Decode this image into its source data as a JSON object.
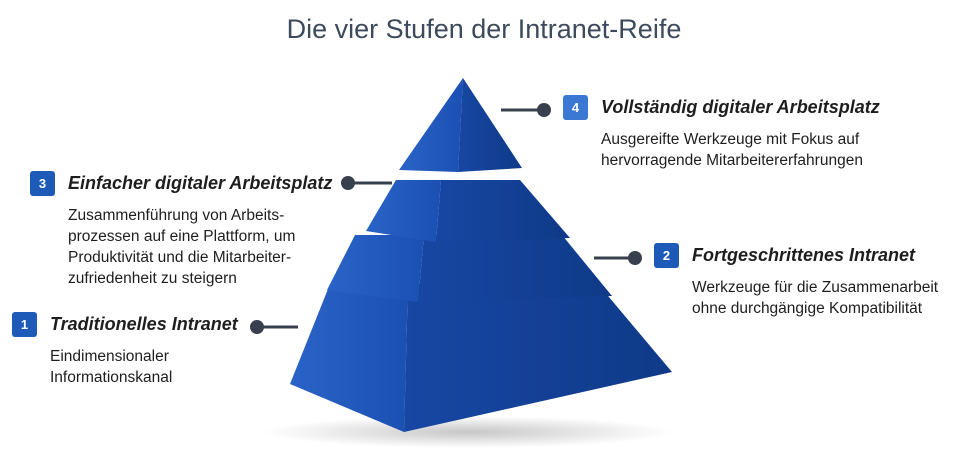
{
  "title": "Die vier Stufen der Intranet-Reife",
  "colors": {
    "badge": "#1e5bb8",
    "badge_light": "#3a78d4",
    "pyramid_left": "#1e53b6",
    "pyramid_right": "#123f94",
    "connector": "#37404c"
  },
  "stages": [
    {
      "number": "1",
      "title": "Traditionelles Intranet",
      "description": "Eindimensionaler\nInformationskanal"
    },
    {
      "number": "2",
      "title": "Fortgeschrittenes Intranet",
      "description": "Werkzeuge für die Zusammenarbeit\nohne durchgängige Kompatibilität"
    },
    {
      "number": "3",
      "title": "Einfacher digitaler Arbeitsplatz",
      "description": "Zusammenführung von Arbeits-\nprozessen auf eine Plattform, um\nProduktivität und die Mitarbeiter-\nzufriedenheit zu steigern"
    },
    {
      "number": "4",
      "title": "Vollständig digitaler Arbeitsplatz",
      "description": "Ausgereifte Werkzeuge mit Fokus auf\nhervorragende Mitarbeitererfahrungen"
    }
  ]
}
